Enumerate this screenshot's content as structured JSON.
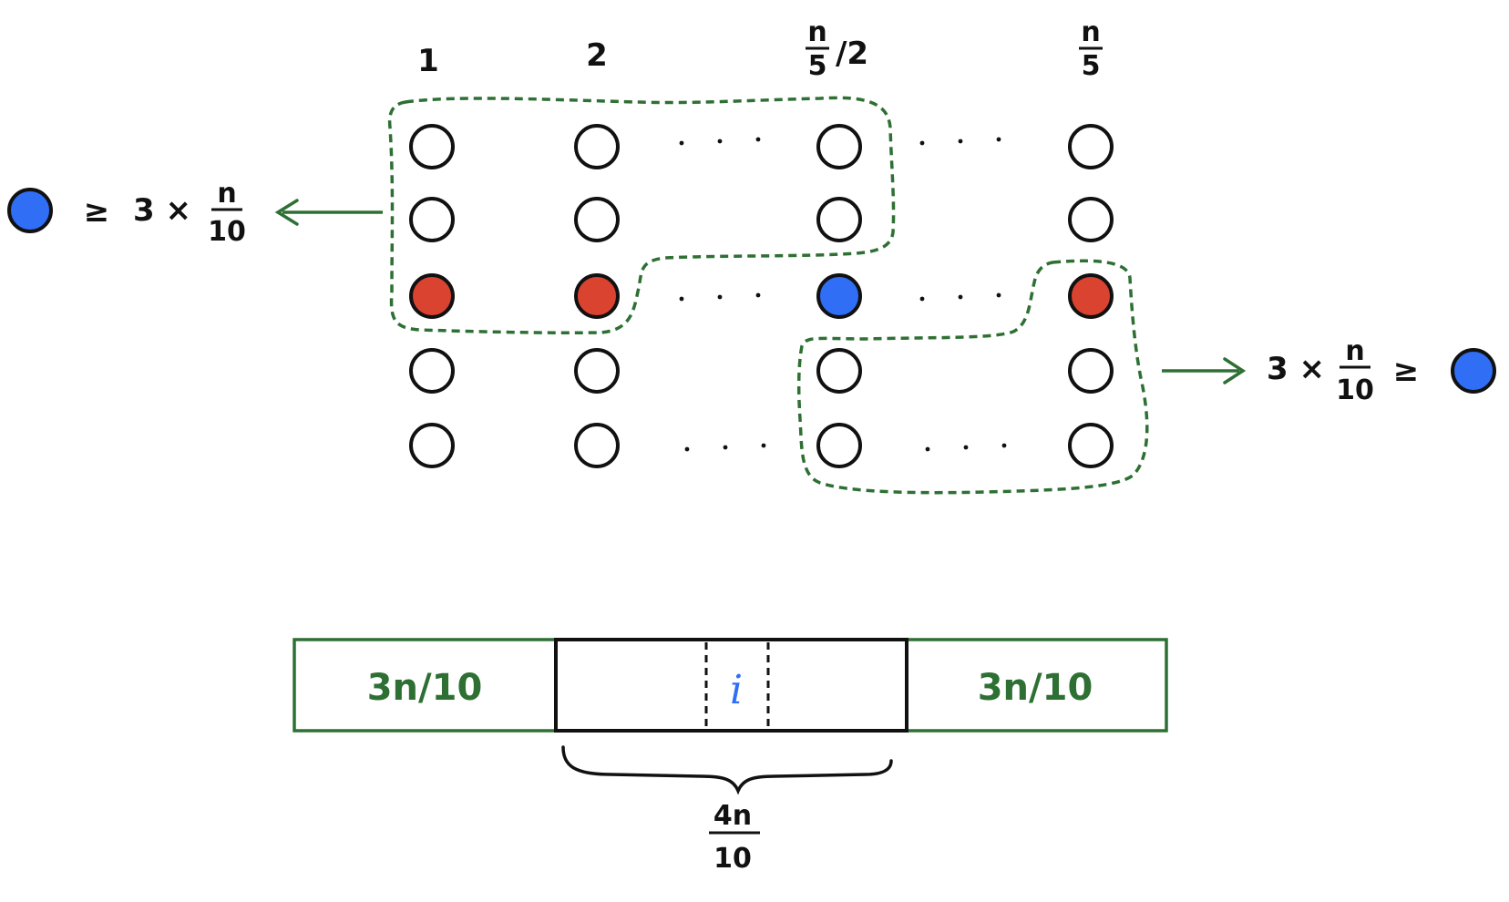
{
  "columns": [
    {
      "label": "1"
    },
    {
      "label": "2"
    },
    {
      "label_num": "n",
      "label_den": "5",
      "label_suffix": "/2"
    },
    {
      "label_num": "n",
      "label_den": "5"
    }
  ],
  "grid": {
    "rows": [
      [
        "white",
        "white",
        "white",
        "white"
      ],
      [
        "white",
        "white",
        "white",
        "white"
      ],
      [
        "red",
        "red",
        "blue",
        "red"
      ],
      [
        "white",
        "white",
        "white",
        "white"
      ],
      [
        "white",
        "white",
        "white",
        "white"
      ]
    ],
    "ellipsis": "· · ·"
  },
  "left_annotation": {
    "symbol": "≥",
    "text": "3 ×",
    "frac_num": "n",
    "frac_den": "10"
  },
  "right_annotation": {
    "text": "3 ×",
    "frac_num": "n",
    "frac_den": "10",
    "symbol": "≥"
  },
  "bar": {
    "left_label": "3n/10",
    "middle_label": "i",
    "right_label": "3n/10",
    "brace_num": "4n",
    "brace_den": "10"
  },
  "colors": {
    "red": "#d9432f",
    "blue": "#2f6ef5",
    "white": "#ffffff",
    "green": "#2e7033",
    "accent_i": "#2f6ef5"
  }
}
